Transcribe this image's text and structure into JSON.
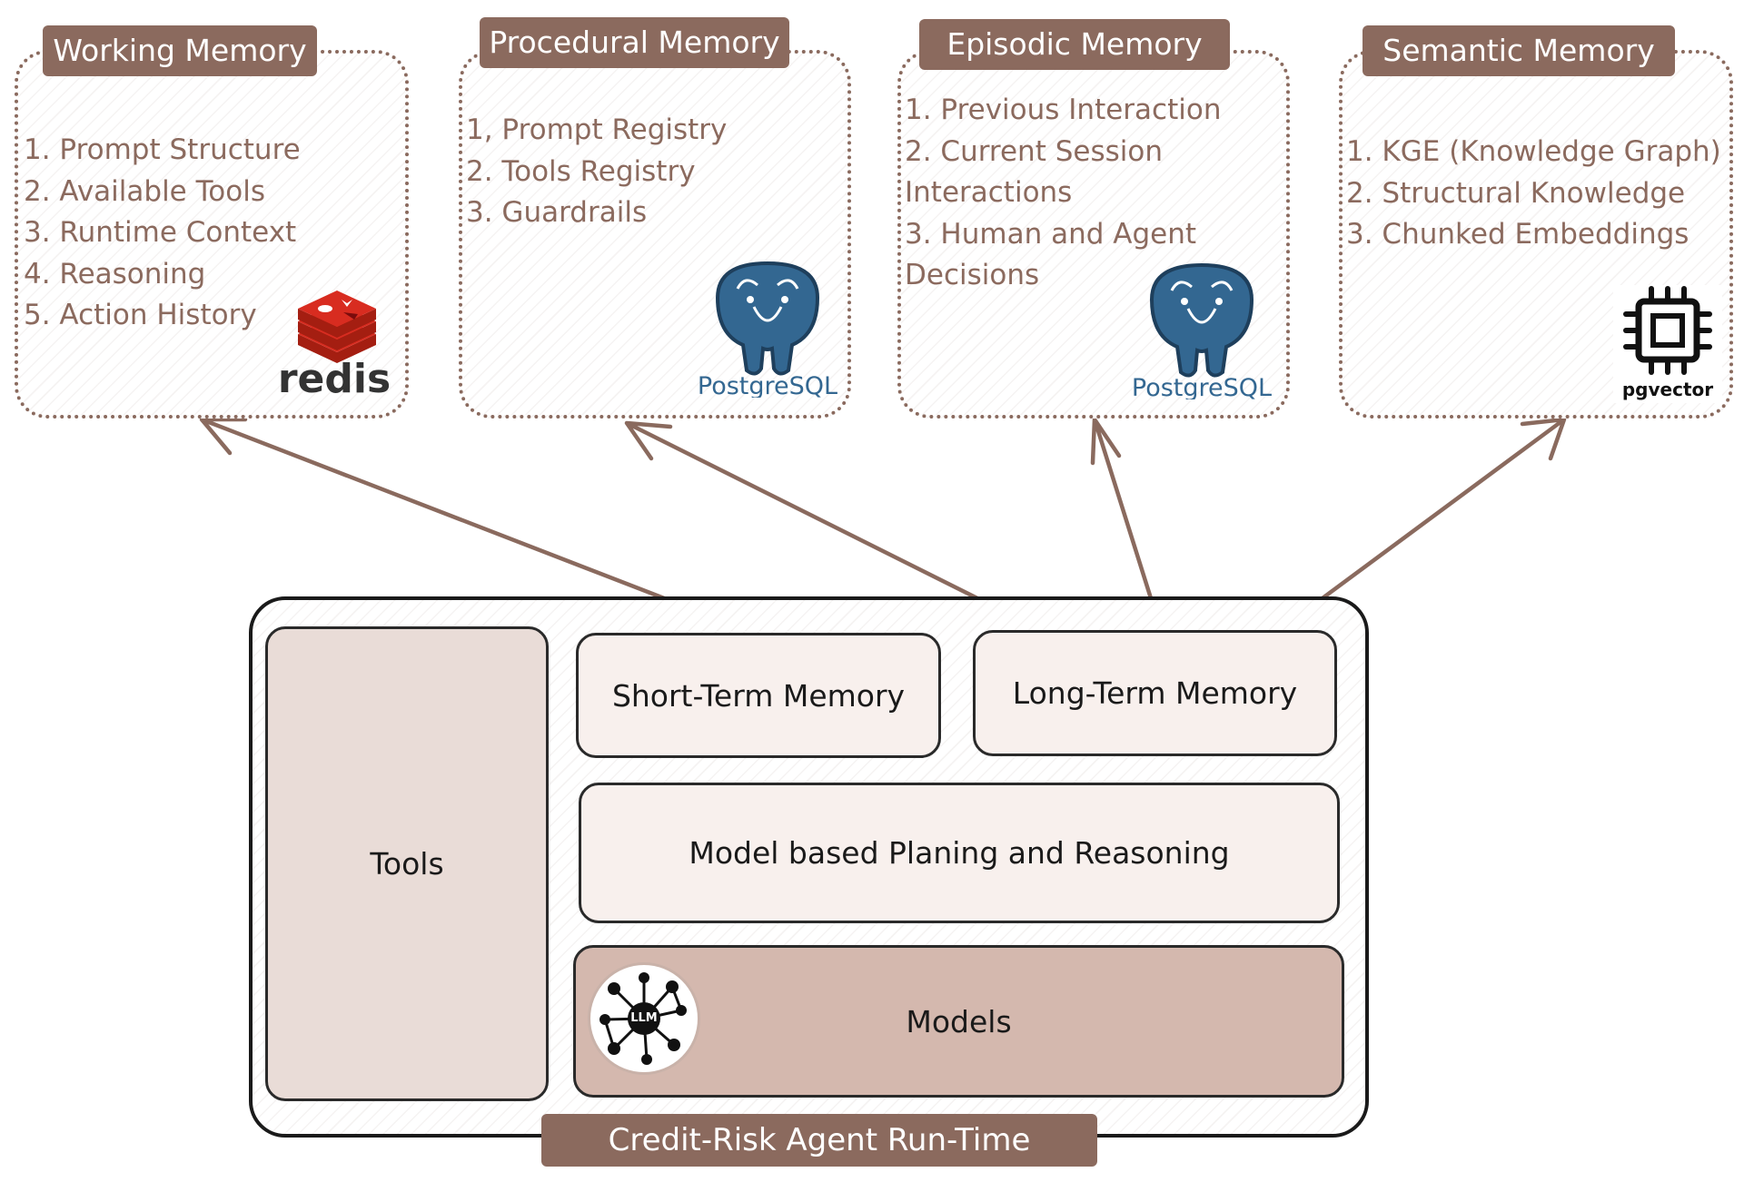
{
  "memories": [
    {
      "title": "Working Memory",
      "items": [
        "1. Prompt Structure",
        "2. Available Tools",
        "3. Runtime Context",
        "4. Reasoning",
        "5. Action History"
      ],
      "store": "redis"
    },
    {
      "title": "Procedural Memory",
      "items": [
        "1, Prompt Registry",
        "2. Tools Registry",
        "3. Guardrails"
      ],
      "store": "PostgreSQL"
    },
    {
      "title": "Episodic Memory",
      "items": [
        "1. Previous Interaction",
        "2. Current Session",
        "Interactions",
        "3. Human and Agent",
        "Decisions"
      ],
      "store": "PostgreSQL"
    },
    {
      "title": "Semantic Memory",
      "items": [
        "1. KGE (Knowledge Graph)",
        "2. Structural Knowledge",
        "3. Chunked Embeddings"
      ],
      "store": "pgvector"
    }
  ],
  "runtime": {
    "tools": "Tools",
    "short_term": "Short-Term Memory",
    "long_term": "Long-Term Memory",
    "planning": "Model based Planing and Reasoning",
    "models": "Models",
    "llm_badge": "LLM",
    "title": "Credit-Risk Agent Run-Time"
  },
  "colors": {
    "accent": "#8b6a5e",
    "models_fill": "#d4b8ae",
    "tools_fill": "#e9dcd7",
    "panel_fill": "#f8f0ed",
    "postgres_blue": "#336791",
    "redis_red": "#d82c20"
  },
  "icons": [
    "redis-logo",
    "postgresql-logo",
    "pgvector-chip-icon",
    "llm-network-icon"
  ]
}
